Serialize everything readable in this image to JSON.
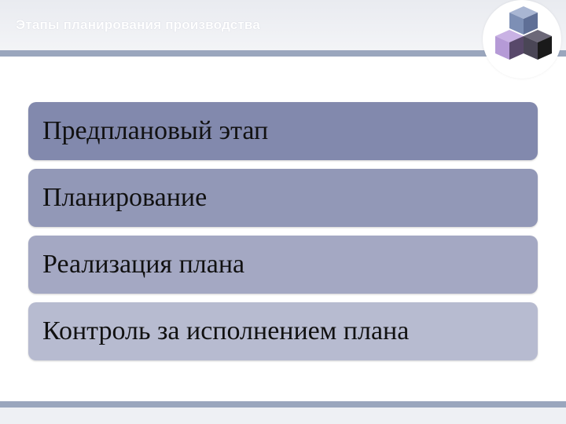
{
  "header": {
    "title": "Этапы планирования производства"
  },
  "logo": {
    "icon": "cubes-icon",
    "colors": [
      "#7d8fb5",
      "#b59ad6",
      "#58486a",
      "#4a4656",
      "#1a1a1a"
    ]
  },
  "stages": [
    {
      "label": "Предплановый этап",
      "color": "#8289ad"
    },
    {
      "label": "Планирование",
      "color": "#9298b7"
    },
    {
      "label": "Реализация плана",
      "color": "#a4a8c3"
    },
    {
      "label": "Контроль за исполнением плана",
      "color": "#b7bbd0"
    }
  ]
}
